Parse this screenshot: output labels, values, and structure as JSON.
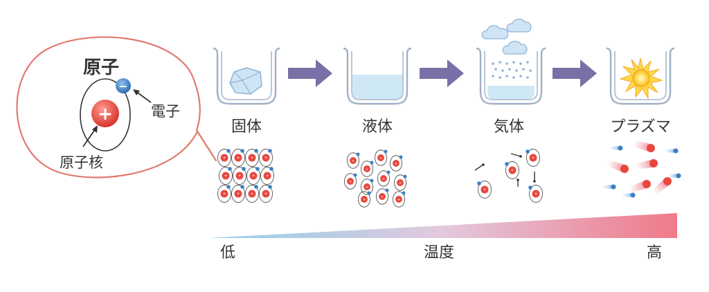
{
  "atom": {
    "title": "原子",
    "electron_label": "電子",
    "nucleus_label": "原子核",
    "electron_symbol": "−",
    "nucleus_symbol": "+"
  },
  "states": [
    {
      "label": "固体",
      "icon": "crystal-solid-icon"
    },
    {
      "label": "液体",
      "icon": "liquid-icon"
    },
    {
      "label": "気体",
      "icon": "gas-steam-icon"
    },
    {
      "label": "プラズマ",
      "icon": "plasma-sun-icon"
    }
  ],
  "temperature": {
    "low_label": "低",
    "title": "温度",
    "high_label": "高",
    "gradient_start": "#8fd0ea",
    "gradient_end": "#f07a8a"
  },
  "colors": {
    "arrow": "#7a6fa6",
    "bubble_border": "#e07a70",
    "nucleus": "#e8473e",
    "electron": "#3d7fc4",
    "beaker": "#9fb0c4",
    "water": "#cfe8f5"
  }
}
